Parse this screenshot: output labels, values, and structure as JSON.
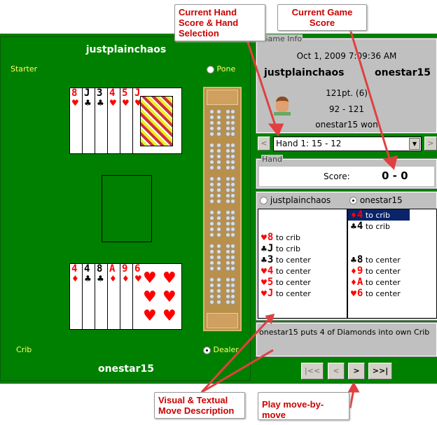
{
  "board": {
    "top_player": "justplainchaos",
    "bottom_player": "onestar15",
    "starter_label": "Starter",
    "pone_label": "Pone",
    "crib_label": "Crib",
    "dealer_label": "Dealer",
    "top_hand": [
      {
        "rank": "8",
        "suit": "♥",
        "color": "red"
      },
      {
        "rank": "J",
        "suit": "♣",
        "color": "black"
      },
      {
        "rank": "3",
        "suit": "♣",
        "color": "black"
      },
      {
        "rank": "4",
        "suit": "♥",
        "color": "red"
      },
      {
        "rank": "5",
        "suit": "♥",
        "color": "red"
      },
      {
        "rank": "J",
        "suit": "♥",
        "color": "red"
      }
    ],
    "bottom_hand": [
      {
        "rank": "4",
        "suit": "♦",
        "color": "red"
      },
      {
        "rank": "4",
        "suit": "♣",
        "color": "black"
      },
      {
        "rank": "8",
        "suit": "♣",
        "color": "black"
      },
      {
        "rank": "A",
        "suit": "♦",
        "color": "red"
      },
      {
        "rank": "9",
        "suit": "♦",
        "color": "red"
      },
      {
        "rank": "6",
        "suit": "♥",
        "color": "red"
      }
    ]
  },
  "game_info": {
    "legend": "Game Info",
    "datetime": "Oct 1, 2009 7:09:36 AM",
    "player1": "justplainchaos",
    "player2": "onestar15",
    "points": "121pt. (6)",
    "score": "92 - 121",
    "result": "onestar15 won"
  },
  "hand_selector": {
    "prev": "<",
    "next": ">",
    "value": "Hand 1: 15 - 12"
  },
  "hand": {
    "legend": "Hand",
    "score_label": "Score:",
    "score_value": "0 - 0"
  },
  "players": {
    "p1": "justplainchaos",
    "p2": "onestar15",
    "selected": "onestar15"
  },
  "moves_p1": [
    {
      "suit": "♥",
      "rank": "8",
      "color": "red",
      "text": "to crib"
    },
    {
      "suit": "♣",
      "rank": "J",
      "color": "black",
      "text": "to crib"
    },
    {
      "suit": "♣",
      "rank": "3",
      "color": "black",
      "text": "to center"
    },
    {
      "suit": "♥",
      "rank": "4",
      "color": "red",
      "text": "to center"
    },
    {
      "suit": "♥",
      "rank": "5",
      "color": "red",
      "text": "to center"
    },
    {
      "suit": "♥",
      "rank": "J",
      "color": "red",
      "text": "to center"
    }
  ],
  "moves_p2": [
    {
      "suit": "♦",
      "rank": "4",
      "color": "red",
      "text": "to crib",
      "selected": true
    },
    {
      "suit": "♣",
      "rank": "4",
      "color": "black",
      "text": "to crib"
    },
    {
      "suit": "♣",
      "rank": "8",
      "color": "black",
      "text": "to center"
    },
    {
      "suit": "♦",
      "rank": "9",
      "color": "red",
      "text": "to center"
    },
    {
      "suit": "♦",
      "rank": "A",
      "color": "red",
      "text": "to center"
    },
    {
      "suit": "♥",
      "rank": "6",
      "color": "red",
      "text": "to center"
    }
  ],
  "description": "onestar15 puts 4 of Diamonds into own Crib",
  "nav": {
    "first": "|<<",
    "prev": "<",
    "next": ">",
    "last": ">>|"
  },
  "callouts": {
    "hand_score": "Current Hand Score & Hand Selection",
    "game_score": "Current Game Score",
    "move_desc": "Visual & Textual Move Description",
    "play": "Play move-by-move"
  },
  "colors": {
    "felt": "#008000",
    "panel": "#c0c0c0",
    "callout_text": "#cc0000",
    "arrow": "#e04040"
  }
}
